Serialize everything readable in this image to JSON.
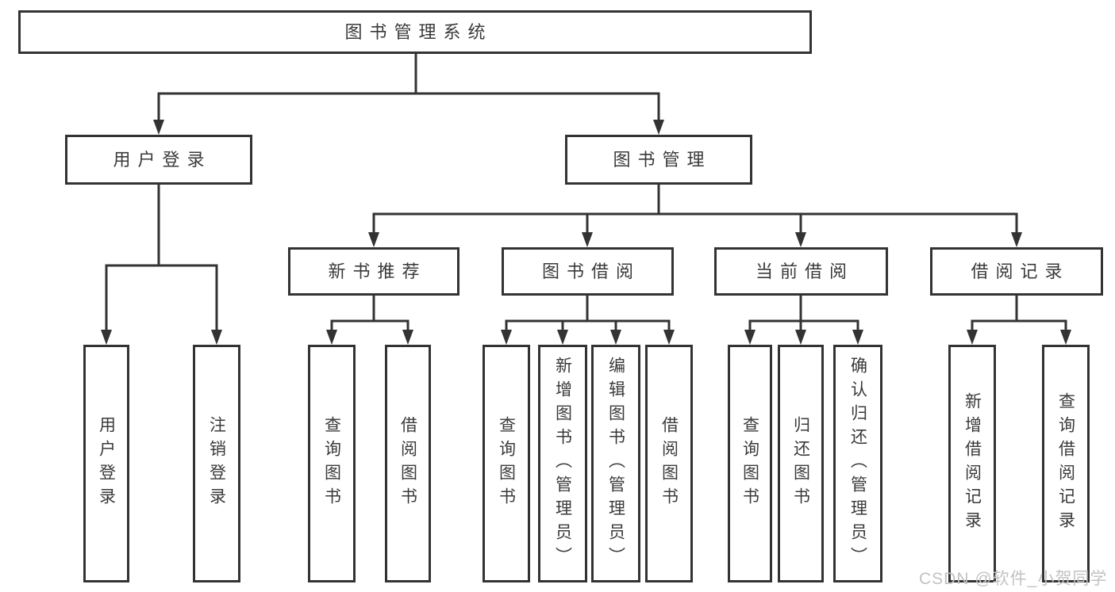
{
  "watermark": {
    "text": "CSDN @软件_小贺同学"
  },
  "colors": {
    "line": "#333333",
    "box_border": "#333333",
    "text": "#3a3a3a",
    "background": "#ffffff",
    "watermark": "#c2c2c2"
  },
  "tree": {
    "label": "图书管理系统",
    "children": [
      {
        "label": "用户登录",
        "children": [
          {
            "label": "用户登录"
          },
          {
            "label": "注销登录"
          }
        ]
      },
      {
        "label": "图书管理",
        "children": [
          {
            "label": "新书推荐",
            "children": [
              {
                "label": "查询图书"
              },
              {
                "label": "借阅图书"
              }
            ]
          },
          {
            "label": "图书借阅",
            "children": [
              {
                "label": "查询图书"
              },
              {
                "label": "新增图书（管理员）"
              },
              {
                "label": "编辑图书（管理员）"
              },
              {
                "label": "借阅图书"
              }
            ]
          },
          {
            "label": "当前借阅",
            "children": [
              {
                "label": "查询图书"
              },
              {
                "label": "归还图书"
              },
              {
                "label": "确认归还（管理员）"
              }
            ]
          },
          {
            "label": "借阅记录",
            "children": [
              {
                "label": "新增借阅记录"
              },
              {
                "label": "查询借阅记录"
              }
            ]
          }
        ]
      }
    ]
  }
}
